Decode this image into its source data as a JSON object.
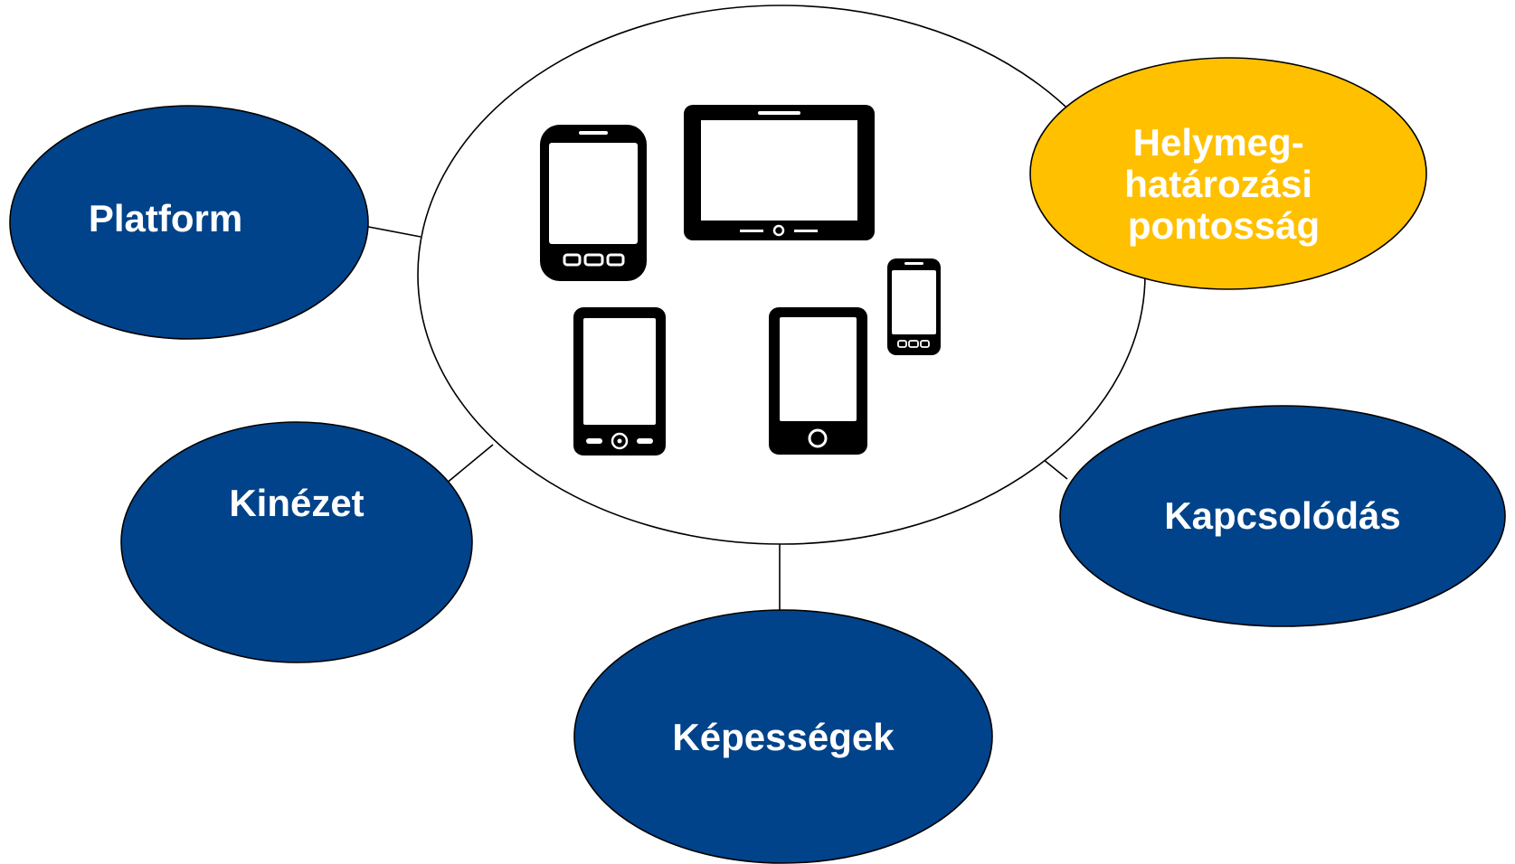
{
  "colors": {
    "node_blue": "#00438A",
    "node_highlight": "#FFC000",
    "node_text_light": "#FFFFFF",
    "center_fill": "#FFFFFF",
    "outline": "#000000",
    "device": "#000000"
  },
  "center": {
    "content": "mobile-devices-icon-group",
    "devices": [
      "smartphone-icon",
      "tablet-icon",
      "small-phone-icon",
      "phone-icon",
      "ereader-icon"
    ]
  },
  "nodes": [
    {
      "id": "platform",
      "label_lines": [
        "Platform"
      ],
      "style": "blue"
    },
    {
      "id": "location-accuracy",
      "label_lines": [
        "Helymeg-",
        "határozási",
        "pontosság"
      ],
      "style": "highlight"
    },
    {
      "id": "appearance",
      "label_lines": [
        "Kinézet"
      ],
      "style": "blue"
    },
    {
      "id": "connectivity",
      "label_lines": [
        "Kapcsolódás"
      ],
      "style": "blue"
    },
    {
      "id": "capabilities",
      "label_lines": [
        "Képességek"
      ],
      "style": "blue"
    }
  ]
}
